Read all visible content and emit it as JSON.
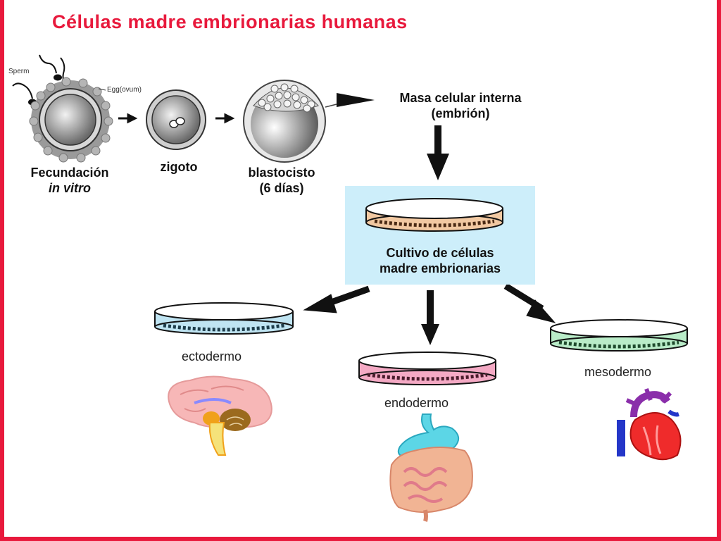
{
  "title": "Células madre embrionarias humanas",
  "stages": {
    "sperm_label": "Sperm",
    "egg_label": "Egg(ovum)",
    "fertilization_line1": "Fecundación",
    "fertilization_line2": "in vitro",
    "zygote": "zigoto",
    "blastocyst_line1": "blastocisto",
    "blastocyst_line2": "(6 días)"
  },
  "inner_mass": {
    "line1": "Masa celular interna",
    "line2": "(embrión)"
  },
  "culture": {
    "line1": "Cultivo de células",
    "line2": "madre embrionarias"
  },
  "germ_layers": {
    "ectoderm": "ectodermo",
    "endoderm": "endodermo",
    "mesoderm": "mesodermo"
  },
  "colors": {
    "frame": "#e8193c",
    "title": "#e8193c",
    "culture_box": "#cdeefa",
    "ectoderm_dish": "#bfe4f2",
    "endoderm_dish": "#f4a9c4",
    "mesoderm_dish": "#b9ecc8",
    "culture_dish": "#f2c9a2"
  }
}
